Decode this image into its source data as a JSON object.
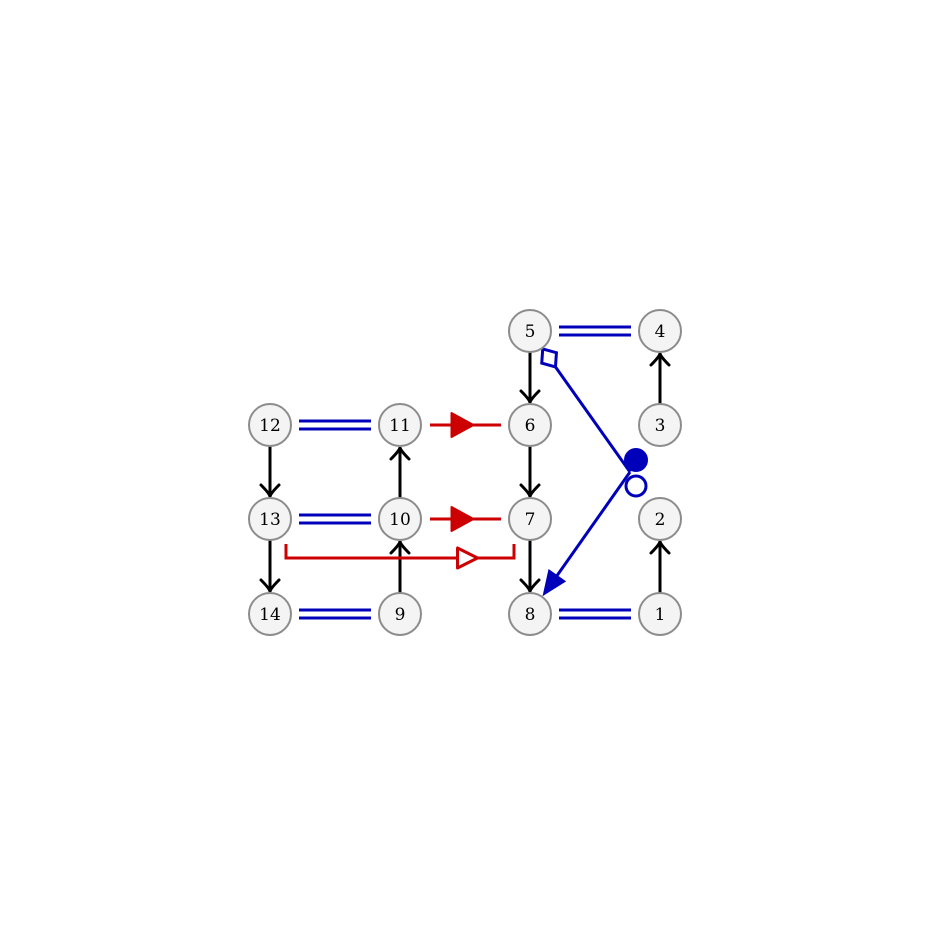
{
  "diagram": {
    "colors": {
      "node_fill": "#f4f4f4",
      "node_stroke": "#8c8c8c",
      "black": "#000000",
      "blue": "#0000bb",
      "red": "#cc0000"
    },
    "nodes": [
      {
        "id": "1",
        "label": "1"
      },
      {
        "id": "2",
        "label": "2"
      },
      {
        "id": "3",
        "label": "3"
      },
      {
        "id": "4",
        "label": "4"
      },
      {
        "id": "5",
        "label": "5"
      },
      {
        "id": "6",
        "label": "6"
      },
      {
        "id": "7",
        "label": "7"
      },
      {
        "id": "8",
        "label": "8"
      },
      {
        "id": "9",
        "label": "9"
      },
      {
        "id": "10",
        "label": "10"
      },
      {
        "id": "11",
        "label": "11"
      },
      {
        "id": "12",
        "label": "12"
      },
      {
        "id": "13",
        "label": "13"
      },
      {
        "id": "14",
        "label": "14"
      }
    ],
    "edges": [
      {
        "from": "1",
        "to": "2",
        "style": "black-open-arrow"
      },
      {
        "from": "3",
        "to": "4",
        "style": "black-open-arrow"
      },
      {
        "from": "5",
        "to": "6",
        "style": "black-open-arrow"
      },
      {
        "from": "6",
        "to": "7",
        "style": "black-open-arrow"
      },
      {
        "from": "7",
        "to": "8",
        "style": "black-open-arrow"
      },
      {
        "from": "9",
        "to": "10",
        "style": "black-open-arrow"
      },
      {
        "from": "10",
        "to": "11",
        "style": "black-open-arrow"
      },
      {
        "from": "12",
        "to": "13",
        "style": "black-open-arrow"
      },
      {
        "from": "13",
        "to": "14",
        "style": "black-open-arrow"
      },
      {
        "from": "5",
        "to": "4",
        "style": "blue-double-line"
      },
      {
        "from": "12",
        "to": "11",
        "style": "blue-double-line"
      },
      {
        "from": "13",
        "to": "10",
        "style": "blue-double-line"
      },
      {
        "from": "14",
        "to": "9",
        "style": "blue-double-line"
      },
      {
        "from": "8",
        "to": "1",
        "style": "blue-double-line"
      },
      {
        "from": "11",
        "to": "6",
        "style": "red-filled-triangle"
      },
      {
        "from": "10",
        "to": "7",
        "style": "red-filled-triangle"
      },
      {
        "from": "13",
        "to": "7",
        "style": "red-bracket-hollow-triangle"
      },
      {
        "from": "5",
        "to": "8",
        "style": "blue-diamond-circles-triangle"
      }
    ]
  }
}
